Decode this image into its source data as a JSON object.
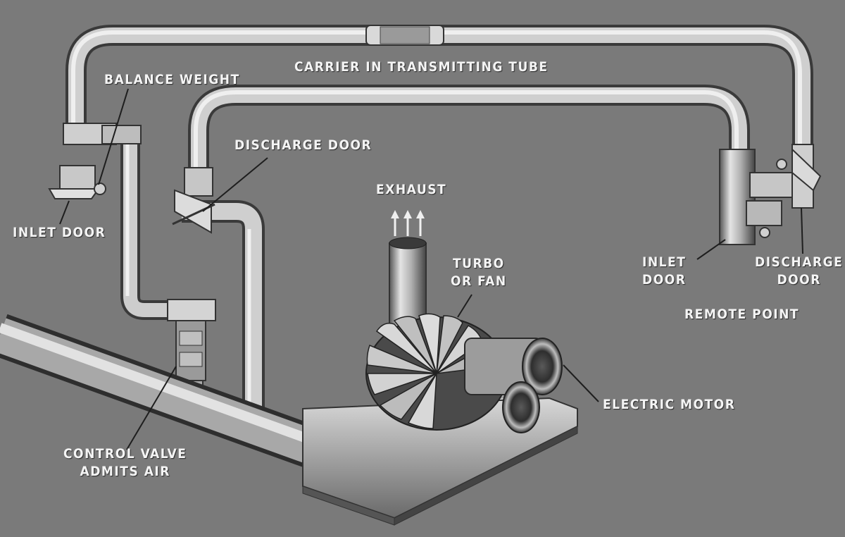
{
  "labels": {
    "carrier": "CARRIER IN TRANSMITTING TUBE",
    "balance_weight": "BALANCE WEIGHT",
    "discharge_door": "DISCHARGE DOOR",
    "exhaust": "EXHAUST",
    "inlet_door_left": "INLET DOOR",
    "turbo": [
      "TURBO",
      "OR FAN"
    ],
    "inlet_door_right": [
      "INLET",
      "DOOR"
    ],
    "discharge_door_right": [
      "DISCHARGE",
      "DOOR"
    ],
    "remote_point": "REMOTE POINT",
    "electric_motor": "ELECTRIC MOTOR",
    "control_valve": [
      "CONTROL VALVE",
      "ADMITS AIR"
    ]
  },
  "colors": {
    "background": "#7a7a7a",
    "pipe_light": "#e2e2e2",
    "pipe_mid": "#a8a8a8",
    "pipe_dark": "#4a4a4a",
    "label_text": "#f4f4f4",
    "leader_line": "#1e1e1e"
  }
}
